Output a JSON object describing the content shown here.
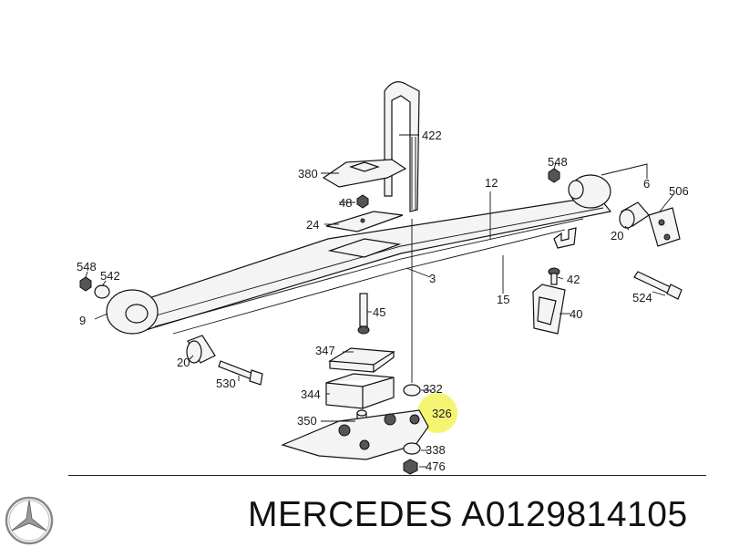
{
  "labels": {
    "p422": "422",
    "p380": "380",
    "p48": "48",
    "p24": "24",
    "p12": "12",
    "p548a": "548",
    "p6": "6",
    "p506": "506",
    "p20a": "20",
    "p548b": "548",
    "p542": "542",
    "p3": "3",
    "p42": "42",
    "p9": "9",
    "p15": "15",
    "p524": "524",
    "p40": "40",
    "p45": "45",
    "p347": "347",
    "p20b": "20",
    "p530": "530",
    "p344": "344",
    "p332": "332",
    "p326": "326",
    "p350": "350",
    "p338": "338",
    "p476": "476"
  },
  "highlight_color": "#f5f25a",
  "caption": "MERCEDES A0129814105",
  "logo_icon": "mercedes-star-icon"
}
